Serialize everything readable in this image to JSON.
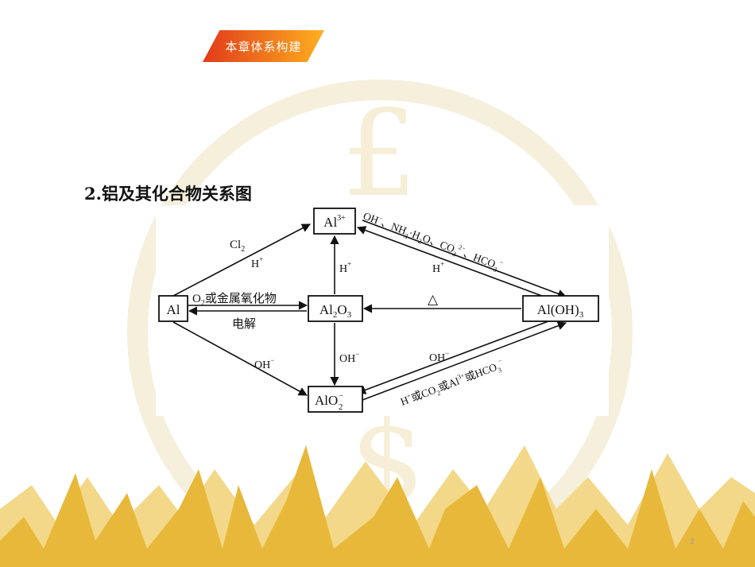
{
  "header": {
    "section_banner": "本章体系构建"
  },
  "heading": {
    "number": "2.",
    "text": "铝及其化合物关系图"
  },
  "page_number": "2",
  "colors": {
    "banner_start": "#e23a1a",
    "banner_end": "#ffb020",
    "decor_gold": "#e8b83a",
    "watermark": "#f3ead0"
  },
  "diagram": {
    "nodes": {
      "al": {
        "base": "Al"
      },
      "al3": {
        "base": "Al",
        "sup": "3+"
      },
      "al2o3": {
        "p1": "Al",
        "s1": "2",
        "p2": "O",
        "s2": "3"
      },
      "aloh3": {
        "p1": "Al(OH)",
        "s1": "3"
      },
      "alo2": {
        "p1": "AlO",
        "sup": "−",
        "sub": "2"
      }
    },
    "labels": {
      "cl2": {
        "base": "Cl",
        "sub": "2"
      },
      "h_top_left": {
        "base": "H",
        "sup": "+"
      },
      "o2_metal_oxide": {
        "p1": "O",
        "s1": "2",
        "p2": "或金属氧化物"
      },
      "electrolysis": "电解",
      "oh_bottom_left": {
        "base": "OH",
        "sup": "−"
      },
      "h_vertical": {
        "base": "H",
        "sup": "+"
      },
      "oh_vertical": {
        "base": "OH",
        "sup": "−"
      },
      "heat": "△",
      "top_right_reagents": {
        "a": "OH",
        "a_sup": "−",
        "sep1": "、NH",
        "b_sub": "3",
        "dot": "·H",
        "c_sub": "2",
        "o": "O、CO",
        "d_sub": "3",
        "d_sup": "2−",
        "sep2": "、HCO",
        "e_sub": "3",
        "e_sup": "−"
      },
      "h_top_right": {
        "base": "H",
        "sup": "+"
      },
      "oh_bottom_right": {
        "base": "OH",
        "sup": "−"
      },
      "bottom_right_reagents": {
        "h": "H",
        "h_sup": "+",
        "p1": "或CO",
        "co_sub": "2",
        "p2": "或Al",
        "al_sup": "3+",
        "p3": "或HCO",
        "hco_sub": "3",
        "hco_sup": "−"
      }
    }
  }
}
